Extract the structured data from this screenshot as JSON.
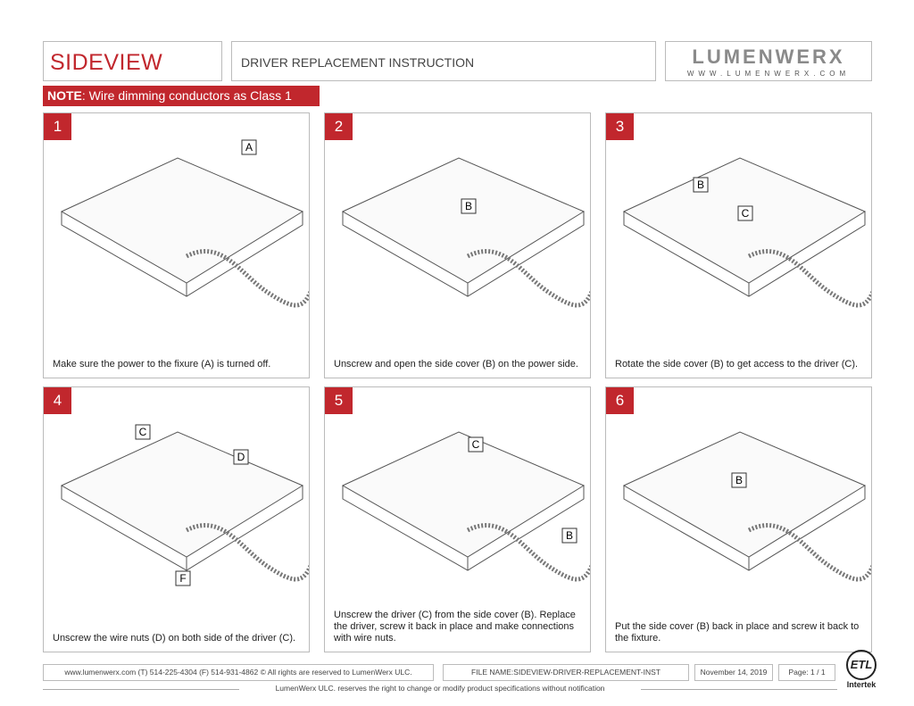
{
  "header": {
    "title": "SIDEVIEW",
    "subtitle": "DRIVER REPLACEMENT INSTRUCTION",
    "logo": "LUMENWERX",
    "logo_url": "WWW.LUMENWERX.COM"
  },
  "note": {
    "label": "NOTE",
    "text": ": Wire dimming conductors as Class 1"
  },
  "steps": [
    {
      "num": "1",
      "labels": [
        "A"
      ],
      "caption": "Make sure the power to the fixure (A) is turned off."
    },
    {
      "num": "2",
      "labels": [
        "B"
      ],
      "caption": "Unscrew and open the side cover (B) on the power side."
    },
    {
      "num": "3",
      "labels": [
        "B",
        "C"
      ],
      "caption": "Rotate the side cover (B) to get access to the driver (C)."
    },
    {
      "num": "4",
      "labels": [
        "C",
        "D",
        "F"
      ],
      "caption": "Unscrew the wire nuts (D) on both side of the driver (C)."
    },
    {
      "num": "5",
      "labels": [
        "C",
        "B"
      ],
      "caption": "Unscrew the driver (C) from the side cover (B). Replace the driver, screw it back in place and make connections with wire nuts."
    },
    {
      "num": "6",
      "labels": [
        "B"
      ],
      "caption": "Put the side cover (B) back in place and screw it back to the fixture."
    }
  ],
  "footer": {
    "contact": "www.lumenwerx.com (T) 514-225-4304 (F) 514-931-4862 © All rights are reserved to LumenWerx ULC.",
    "file": "FILE NAME:SIDEVIEW-DRIVER-REPLACEMENT-INST",
    "date": "November 14, 2019",
    "page": "Page: 1 / 1",
    "disclaimer": "LumenWerx ULC. reserves the right to change or modify product specifications without notification",
    "cert": "ETL",
    "cert_org": "Intertek"
  },
  "colors": {
    "accent": "#c1272d"
  }
}
